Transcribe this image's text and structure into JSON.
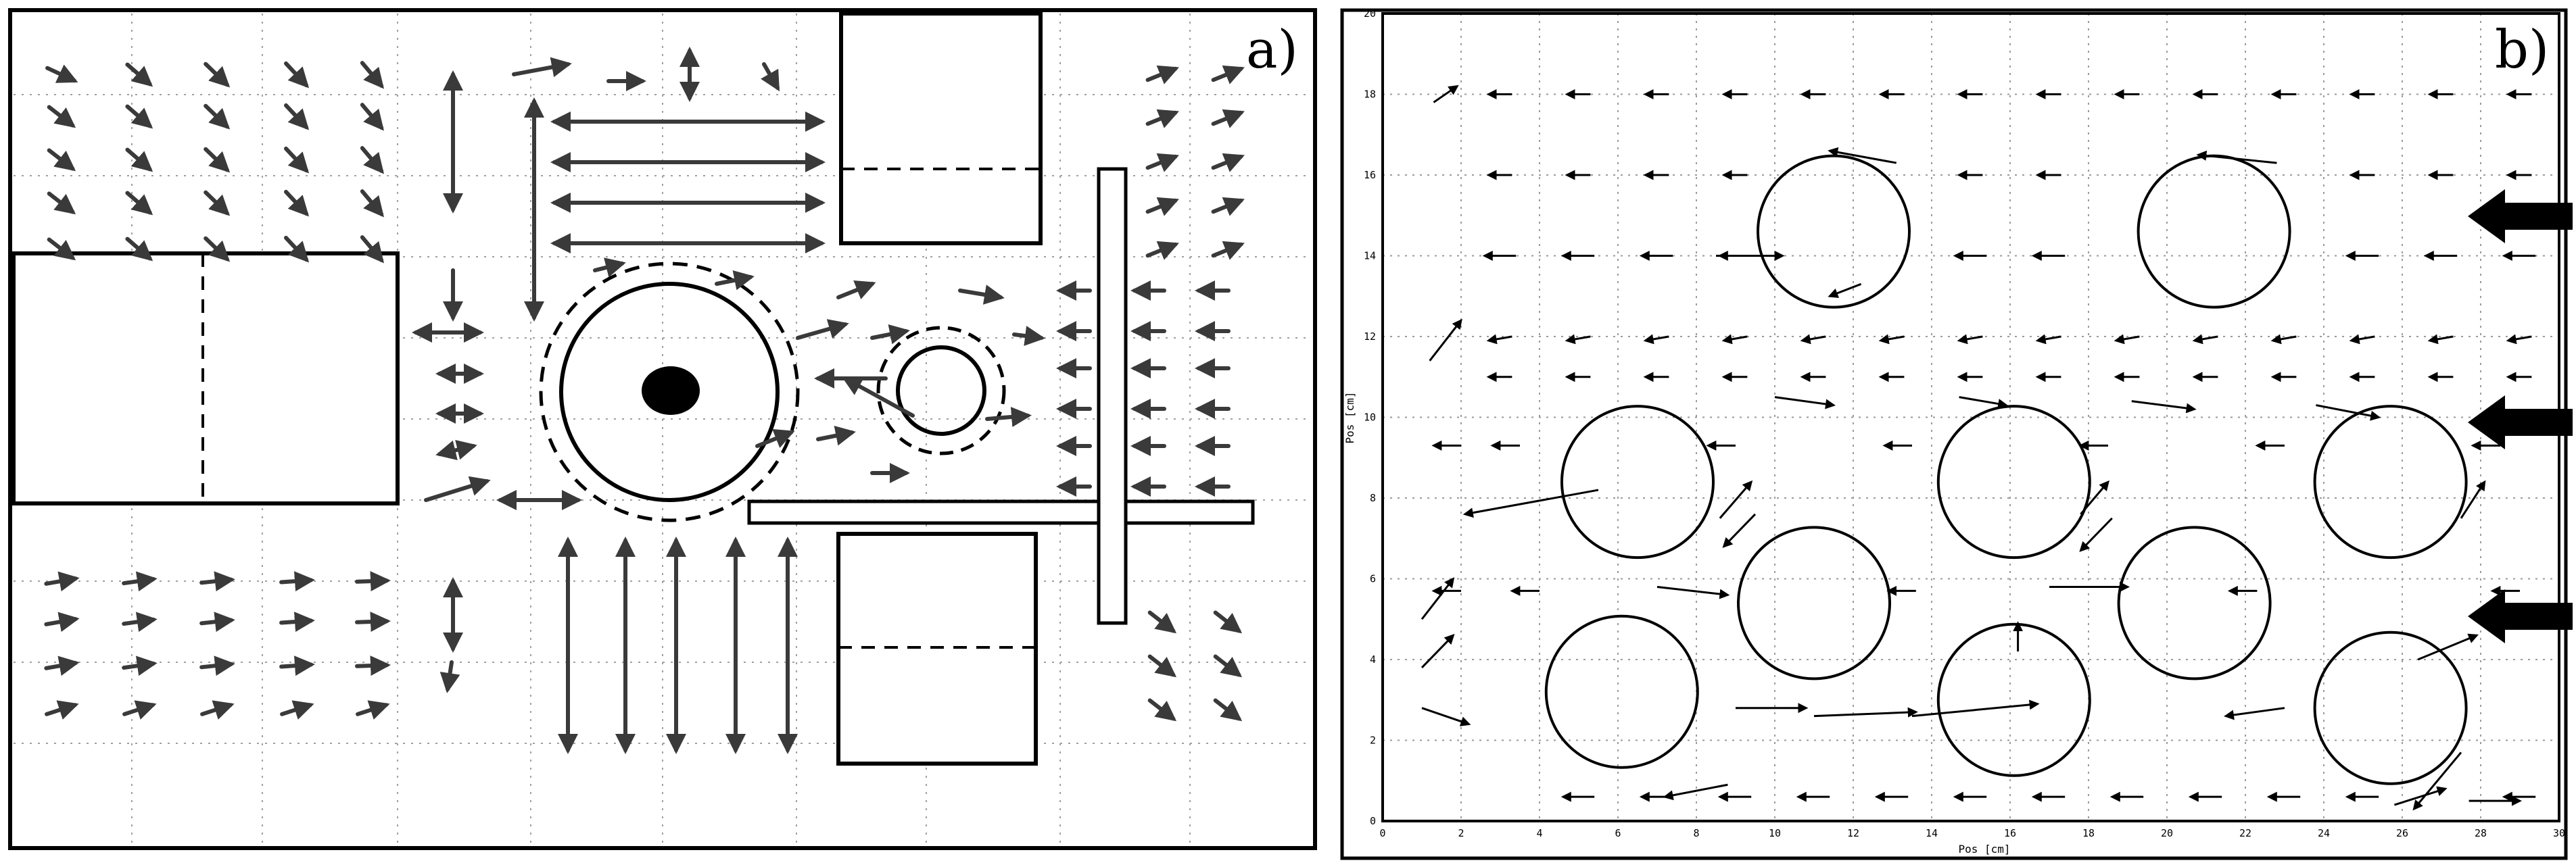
{
  "panel_a": {
    "label": "a)"
  },
  "panel_b": {
    "label": "b)",
    "xlabel": "Pos [cm]",
    "ylabel": "Pos [cm]",
    "x_ticks": [
      "0",
      "2",
      "4",
      "6",
      "8",
      "10",
      "12",
      "14",
      "16",
      "18",
      "20",
      "22",
      "24",
      "26",
      "28",
      "30"
    ],
    "y_ticks": [
      "0",
      "2",
      "4",
      "6",
      "8",
      "10",
      "12",
      "14",
      "16",
      "18",
      "20"
    ],
    "xlim": [
      0,
      30
    ],
    "ylim": [
      0,
      20
    ]
  },
  "colors": {
    "line": "#000000",
    "arrow": "#3a3a3a",
    "grid": "#9a9a9a"
  }
}
